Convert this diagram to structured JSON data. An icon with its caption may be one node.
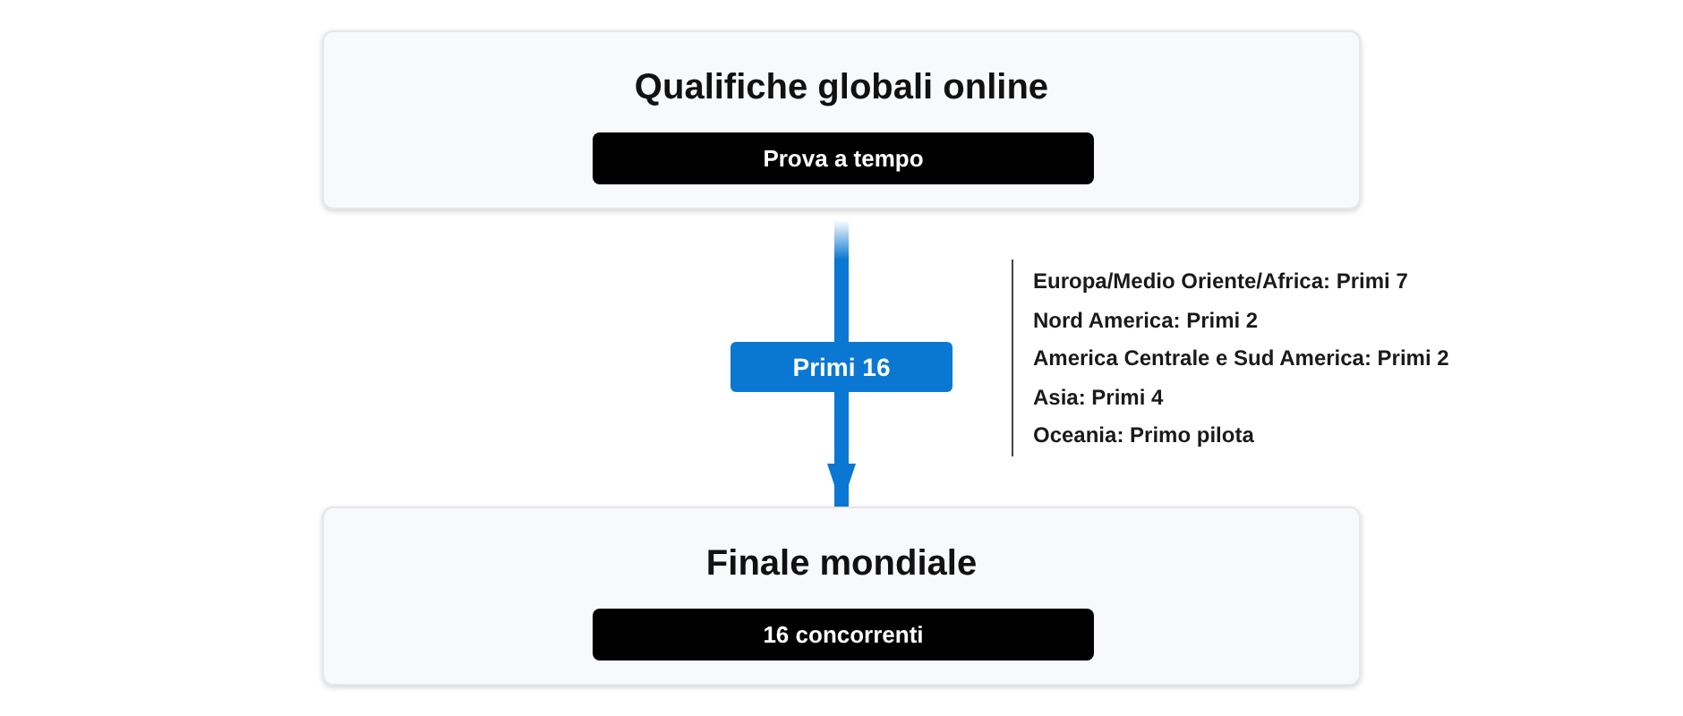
{
  "diagram": {
    "nodes": [
      {
        "text": [
          "Qualifiche globali online"
        ]
      },
      {
        "text": [
          "Prova a tempo"
        ],
        "in": 0
      },
      {
        "text": [
          "Finale mondiale"
        ]
      },
      {
        "text": [
          "16 concorrenti"
        ],
        "in": 2
      }
    ],
    "edges": [
      {
        "from": 0,
        "to": 2,
        "arrow": "to",
        "label": "Primi 16"
      }
    ],
    "labels": [
      "Europa/Medio Oriente/Africa: Primi 7",
      "Nord America: Primi 2",
      "America Centrale e Sud America: Primi 2",
      "Asia: Primi 4",
      "Oceania: Primo pilota"
    ]
  }
}
